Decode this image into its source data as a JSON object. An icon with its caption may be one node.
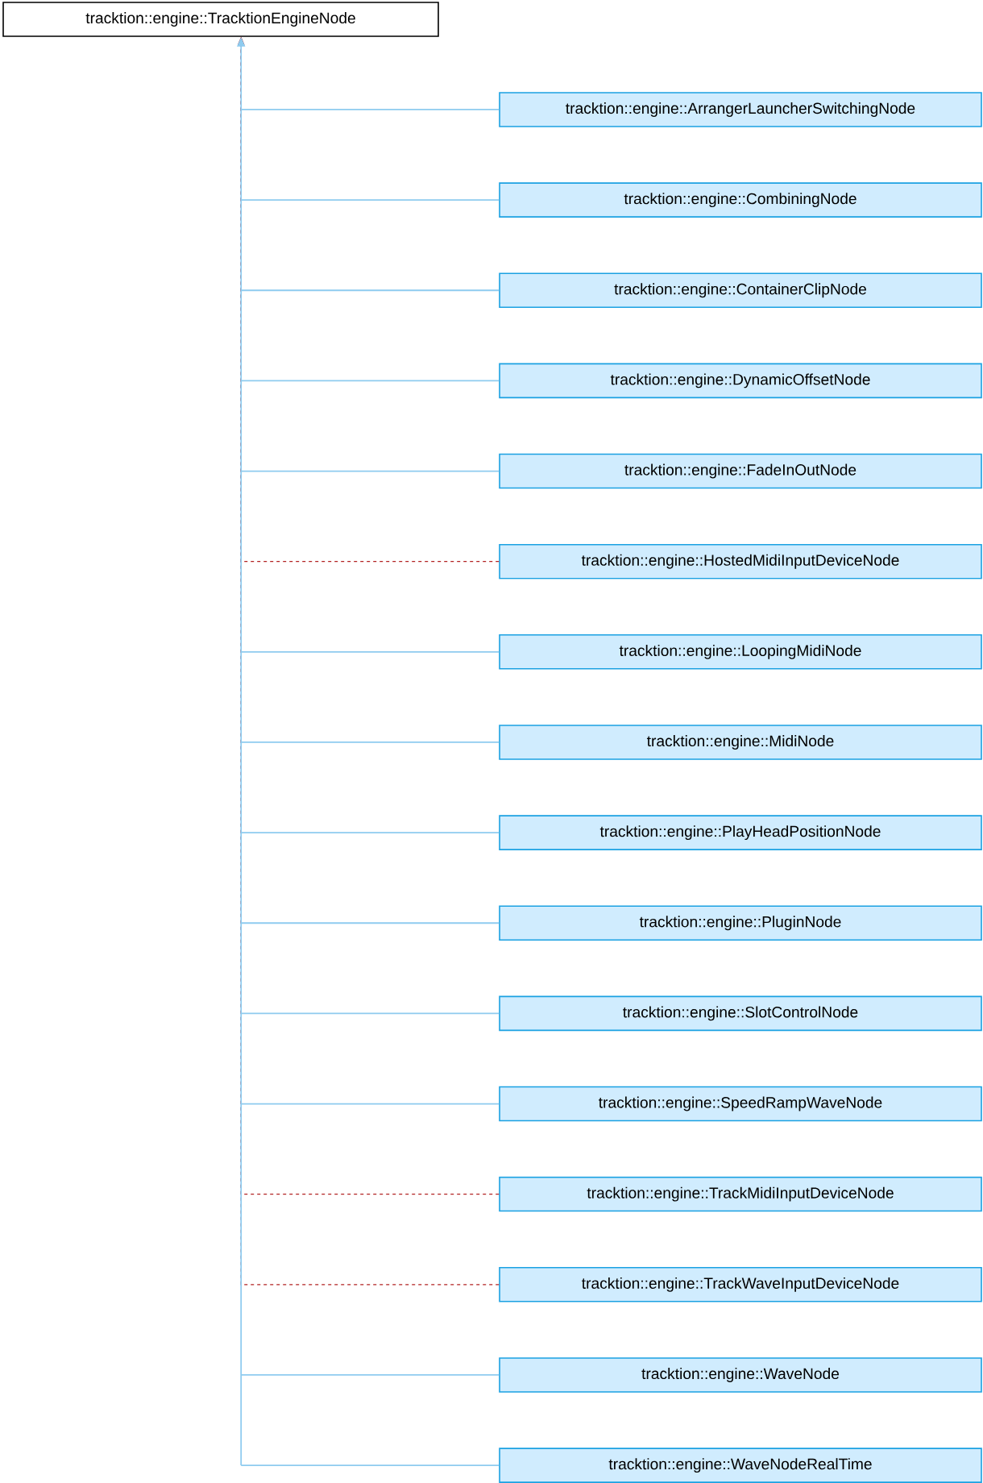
{
  "diagram": {
    "nodes": [
      {
        "text": [
          "tracktion::engine::TracktionEngineNode"
        ]
      },
      {
        "text": [
          "tracktion::engine::ArrangerLauncherSwitchingNode"
        ]
      },
      {
        "text": [
          "tracktion::engine::CombiningNode"
        ]
      },
      {
        "text": [
          "tracktion::engine::ContainerClipNode"
        ]
      },
      {
        "text": [
          "tracktion::engine::DynamicOffsetNode"
        ]
      },
      {
        "text": [
          "tracktion::engine::FadeInOutNode"
        ]
      },
      {
        "text": [
          "tracktion::engine::HostedMidiInputDeviceNode"
        ]
      },
      {
        "text": [
          "tracktion::engine::LoopingMidiNode"
        ]
      },
      {
        "text": [
          "tracktion::engine::MidiNode"
        ]
      },
      {
        "text": [
          "tracktion::engine::PlayHeadPositionNode"
        ]
      },
      {
        "text": [
          "tracktion::engine::PluginNode"
        ]
      },
      {
        "text": [
          "tracktion::engine::SlotControlNode"
        ]
      },
      {
        "text": [
          "tracktion::engine::SpeedRampWaveNode"
        ]
      },
      {
        "text": [
          "tracktion::engine::TrackMidiInputDeviceNode"
        ]
      },
      {
        "text": [
          "tracktion::engine::TrackWaveInputDeviceNode"
        ]
      },
      {
        "text": [
          "tracktion::engine::WaveNode"
        ]
      },
      {
        "text": [
          "tracktion::engine::WaveNodeRealTime"
        ]
      }
    ],
    "edges": [
      {
        "from": 1,
        "to": 0,
        "arrow": "to"
      },
      {
        "from": 2,
        "to": 0,
        "arrow": "to"
      },
      {
        "from": 3,
        "to": 0,
        "arrow": "to"
      },
      {
        "from": 4,
        "to": 0,
        "arrow": "to"
      },
      {
        "from": 5,
        "to": 0,
        "arrow": "to"
      },
      {
        "from": 6,
        "to": 0,
        "arrow": "to",
        "style": "dashed",
        "color": "#b22222"
      },
      {
        "from": 7,
        "to": 0,
        "arrow": "to"
      },
      {
        "from": 8,
        "to": 0,
        "arrow": "to"
      },
      {
        "from": 9,
        "to": 0,
        "arrow": "to"
      },
      {
        "from": 10,
        "to": 0,
        "arrow": "to"
      },
      {
        "from": 11,
        "to": 0,
        "arrow": "to"
      },
      {
        "from": 12,
        "to": 0,
        "arrow": "to"
      },
      {
        "from": 13,
        "to": 0,
        "arrow": "to",
        "style": "dashed",
        "color": "#b22222"
      },
      {
        "from": 14,
        "to": 0,
        "arrow": "to",
        "style": "dashed",
        "color": "#b22222"
      },
      {
        "from": 15,
        "to": 0,
        "arrow": "to"
      },
      {
        "from": 16,
        "to": 0,
        "arrow": "to"
      }
    ]
  }
}
